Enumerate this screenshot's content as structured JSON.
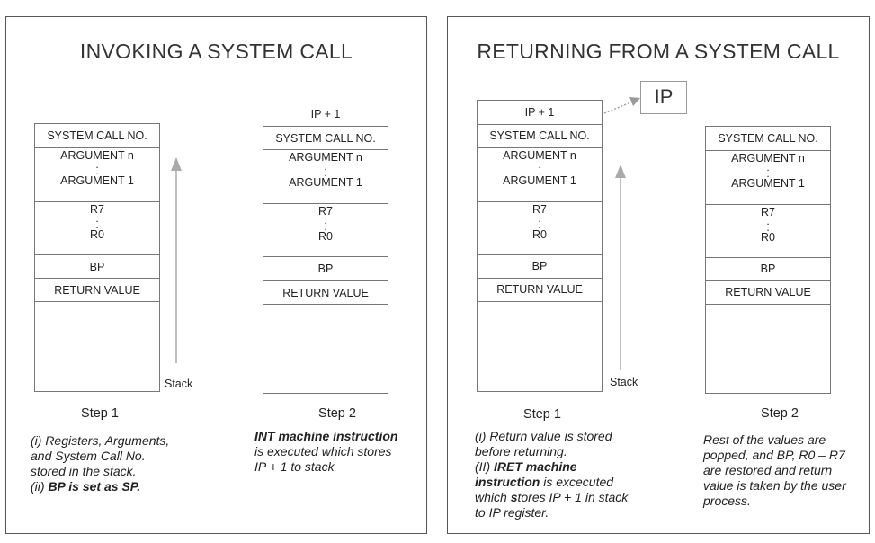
{
  "left_panel": {
    "title": "INVOKING A SYSTEM CALL",
    "step1": {
      "stack": {
        "syscall_no": "SYSTEM CALL NO.",
        "arg_n": "ARGUMENT n",
        "arg_1": "ARGUMENT 1",
        "r7": "R7",
        "r0": "R0",
        "bp": "BP",
        "ret": "RETURN VALUE"
      },
      "stack_label": "Stack",
      "label": "Step 1",
      "desc": {
        "line1": "(i) Registers, Arguments,",
        "line2": "and System Call No.",
        "line3": "stored in the stack.",
        "line4_prefix": "(ii) ",
        "line4_bold": "BP is set as SP."
      }
    },
    "step2": {
      "stack": {
        "ip": "IP + 1",
        "syscall_no": "SYSTEM CALL NO.",
        "arg_n": "ARGUMENT n",
        "arg_1": "ARGUMENT 1",
        "r7": "R7",
        "r0": "R0",
        "bp": "BP",
        "ret": "RETURN VALUE"
      },
      "label": "Step 2",
      "desc": {
        "line1_bold": "INT machine instruction",
        "line2": "is executed which stores",
        "line3": "IP + 1 to stack"
      }
    }
  },
  "right_panel": {
    "title": "RETURNING FROM A SYSTEM CALL",
    "ip_register": "IP",
    "step1": {
      "stack": {
        "ip": "IP + 1",
        "syscall_no": "SYSTEM CALL NO.",
        "arg_n": "ARGUMENT n",
        "arg_1": "ARGUMENT 1",
        "r7": "R7",
        "r0": "R0",
        "bp": "BP",
        "ret": "RETURN VALUE"
      },
      "stack_label": "Stack",
      "label": "Step 1",
      "desc": {
        "line1": "(i) Return value is stored",
        "line2": "before returning.",
        "line3_prefix": "(II) ",
        "line3_bold": "IRET machine",
        "line4_bold": "instruction",
        "line4_rest": " is excecuted",
        "line5_prefix": "which ",
        "line5_bold": "s",
        "line5_rest": "tores IP + 1 in stack",
        "line6": "to IP register."
      }
    },
    "step2": {
      "stack": {
        "syscall_no": "SYSTEM CALL NO.",
        "arg_n": "ARGUMENT n",
        "arg_1": "ARGUMENT 1",
        "r7": "R7",
        "r0": "R0",
        "bp": "BP",
        "ret": "RETURN VALUE"
      },
      "label": "Step 2",
      "desc": {
        "line1": "Rest of the values are",
        "line2": "popped, and BP, R0 – R7",
        "line3": "are restored and return",
        "line4": "value is taken by the user",
        "line5": "process."
      }
    }
  }
}
